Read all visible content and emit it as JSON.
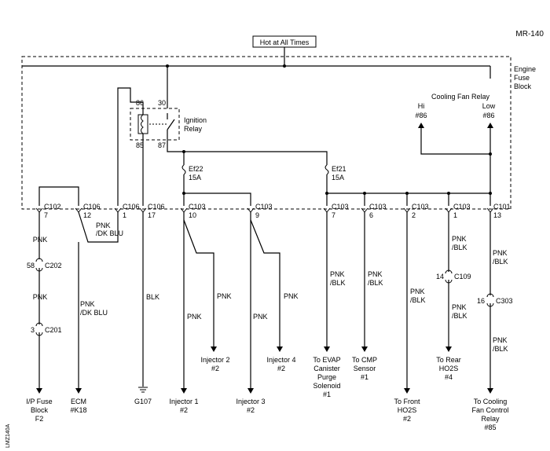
{
  "page_id": "MR-140",
  "hot_label": "Hot at All Times",
  "fuse_block_label": [
    "Engine",
    "Fuse",
    "Block"
  ],
  "ignition_relay": {
    "label": [
      "Ignition",
      "Relay"
    ],
    "pins": [
      "86",
      "30",
      "85",
      "87"
    ]
  },
  "cooling_fan_relay": {
    "label": "Cooling Fan Relay",
    "hi": [
      "Hi",
      "#86"
    ],
    "low": [
      "Low",
      "#86"
    ]
  },
  "fuses": [
    {
      "name": "Ef22",
      "rating": "15A"
    },
    {
      "name": "Ef21",
      "rating": "15A"
    }
  ],
  "connectors": [
    {
      "name": "C102",
      "pin": "7"
    },
    {
      "name": "C106",
      "pin": "12"
    },
    {
      "name": "C106",
      "pin": "1"
    },
    {
      "name": "C106",
      "pin": "17"
    },
    {
      "name": "C103",
      "pin": "10"
    },
    {
      "name": "C103",
      "pin": "9"
    },
    {
      "name": "C103",
      "pin": "7"
    },
    {
      "name": "C103",
      "pin": "6"
    },
    {
      "name": "C103",
      "pin": "2"
    },
    {
      "name": "C103",
      "pin": "1"
    },
    {
      "name": "C101",
      "pin": "13"
    }
  ],
  "inline_connectors": [
    {
      "name": "C202",
      "pin": "58"
    },
    {
      "name": "C201",
      "pin": "3"
    },
    {
      "name": "C109",
      "pin": "14"
    },
    {
      "name": "C303",
      "pin": "16"
    }
  ],
  "wire_colors": {
    "pnk": "PNK",
    "pnk_dkblu": [
      "PNK",
      "/DK BLU"
    ],
    "pnk_blk": [
      "PNK",
      "/BLK"
    ],
    "blk": "BLK"
  },
  "loads": [
    [
      "I/P Fuse",
      "Block",
      "F2"
    ],
    [
      "ECM",
      "#K18"
    ],
    [
      "G107"
    ],
    [
      "Injector 1",
      "#2"
    ],
    [
      "Injector 2",
      "#2"
    ],
    [
      "Injector 3",
      "#2"
    ],
    [
      "Injector 4",
      "#2"
    ],
    [
      "To EVAP",
      "Canister",
      "Purge",
      "Solenoid",
      "#1"
    ],
    [
      "To CMP",
      "Sensor",
      "#1"
    ],
    [
      "To Front",
      "HO2S",
      "#2"
    ],
    [
      "To Rear",
      "HO2S",
      "#4"
    ],
    [
      "To Cooling",
      "Fan Control",
      "Relay",
      "#85"
    ]
  ],
  "side_code": "LMZ140A"
}
